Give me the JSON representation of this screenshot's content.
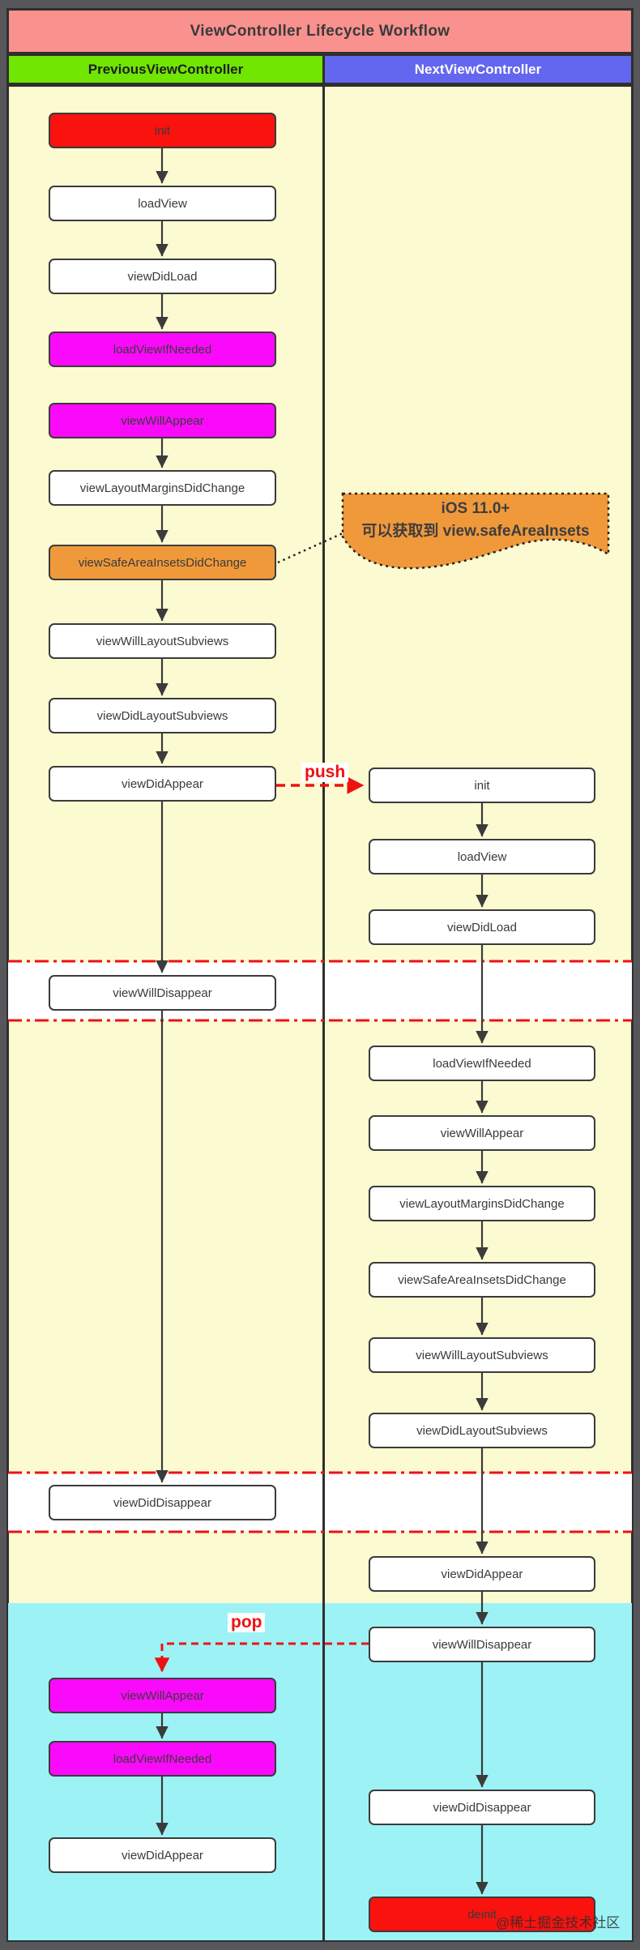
{
  "title": "ViewController Lifecycle Workflow",
  "watermark": "@稀土掘金技术社区",
  "edge_labels": {
    "push": "push",
    "pop": "pop"
  },
  "callout": {
    "line1": "iOS 11.0+",
    "line2": "可以获取到 view.safeAreaInsets"
  },
  "colors": {
    "frame_gray": "#57575b",
    "title_bg": "#f9918f",
    "prev_header_bg": "#70e603",
    "next_header_bg": "#6366ee",
    "yellow_bg": "#fbfad0",
    "cyan_bg": "#9df2f5",
    "white_band": "#ffffff",
    "node_red": "#fa120f",
    "node_magenta": "#fa0afa",
    "node_orange": "#f0993b",
    "node_white": "#ffffff",
    "red_accent": "#ee1111",
    "arrow_dark": "#3b3b3b"
  },
  "columns": {
    "previous": {
      "header": "PreviousViewController",
      "nodes": [
        {
          "label": "init",
          "bg": "#fa120f"
        },
        {
          "label": "loadView",
          "bg": "#ffffff"
        },
        {
          "label": "viewDidLoad",
          "bg": "#ffffff"
        },
        {
          "label": "loadViewIfNeeded",
          "bg": "#fa0afa"
        },
        {
          "label": "viewWillAppear",
          "bg": "#fa0afa"
        },
        {
          "label": "viewLayoutMarginsDidChange",
          "bg": "#ffffff"
        },
        {
          "label": "viewSafeAreaInsetsDidChange",
          "bg": "#f0993b"
        },
        {
          "label": "viewWillLayoutSubviews",
          "bg": "#ffffff"
        },
        {
          "label": "viewDidLayoutSubviews",
          "bg": "#ffffff"
        },
        {
          "label": "viewDidAppear",
          "bg": "#ffffff"
        },
        {
          "label": "viewWillDisappear",
          "bg": "#ffffff"
        },
        {
          "label": "viewDidDisappear",
          "bg": "#ffffff"
        },
        {
          "label": "viewWillAppear",
          "bg": "#fa0afa"
        },
        {
          "label": "loadViewIfNeeded",
          "bg": "#fa0afa"
        },
        {
          "label": "viewDidAppear",
          "bg": "#ffffff"
        }
      ]
    },
    "next": {
      "header": "NextViewController",
      "nodes": [
        {
          "label": "init",
          "bg": "#ffffff"
        },
        {
          "label": "loadView",
          "bg": "#ffffff"
        },
        {
          "label": "viewDidLoad",
          "bg": "#ffffff"
        },
        {
          "label": "loadViewIfNeeded",
          "bg": "#ffffff"
        },
        {
          "label": "viewWillAppear",
          "bg": "#ffffff"
        },
        {
          "label": "viewLayoutMarginsDidChange",
          "bg": "#ffffff"
        },
        {
          "label": "viewSafeAreaInsetsDidChange",
          "bg": "#ffffff"
        },
        {
          "label": "viewWillLayoutSubviews",
          "bg": "#ffffff"
        },
        {
          "label": "viewDidLayoutSubviews",
          "bg": "#ffffff"
        },
        {
          "label": "viewDidAppear",
          "bg": "#ffffff"
        },
        {
          "label": "viewWillDisappear",
          "bg": "#ffffff"
        },
        {
          "label": "viewDidDisappear",
          "bg": "#ffffff"
        },
        {
          "label": "deinit",
          "bg": "#fa120f"
        }
      ]
    }
  }
}
